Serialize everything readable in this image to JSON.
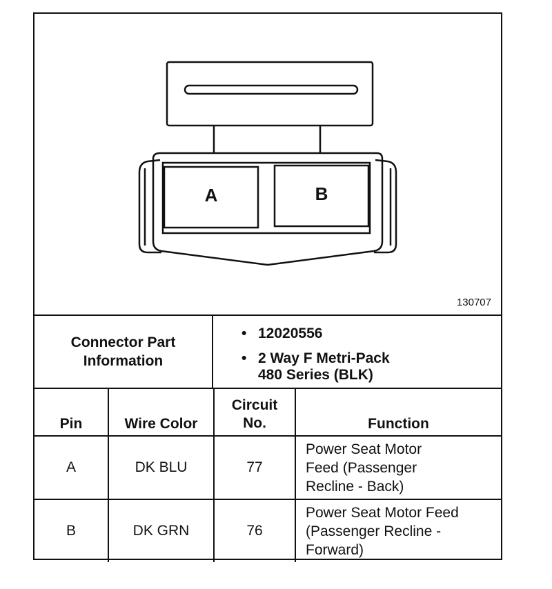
{
  "diagram": {
    "pin_labels": [
      "A",
      "B"
    ],
    "figure_number": "130707"
  },
  "connector_info": {
    "label": "Connector Part Information",
    "part_number": "12020556",
    "description_line1": "2 Way F Metri-Pack",
    "description_line2": "480 Series (BLK)"
  },
  "table": {
    "headers": {
      "pin": "Pin",
      "wire_color": "Wire Color",
      "circuit_line1": "Circuit",
      "circuit_line2": "No.",
      "function": "Function"
    },
    "rows": [
      {
        "pin": "A",
        "wire_color": "DK BLU",
        "circuit": "77",
        "function_lines": [
          "Power Seat Motor",
          "Feed (Passenger",
          "Recline - Back)"
        ]
      },
      {
        "pin": "B",
        "wire_color": "DK GRN",
        "circuit": "76",
        "function_lines": [
          "Power Seat Motor Feed",
          "(Passenger Recline -",
          "Forward)"
        ]
      }
    ]
  }
}
